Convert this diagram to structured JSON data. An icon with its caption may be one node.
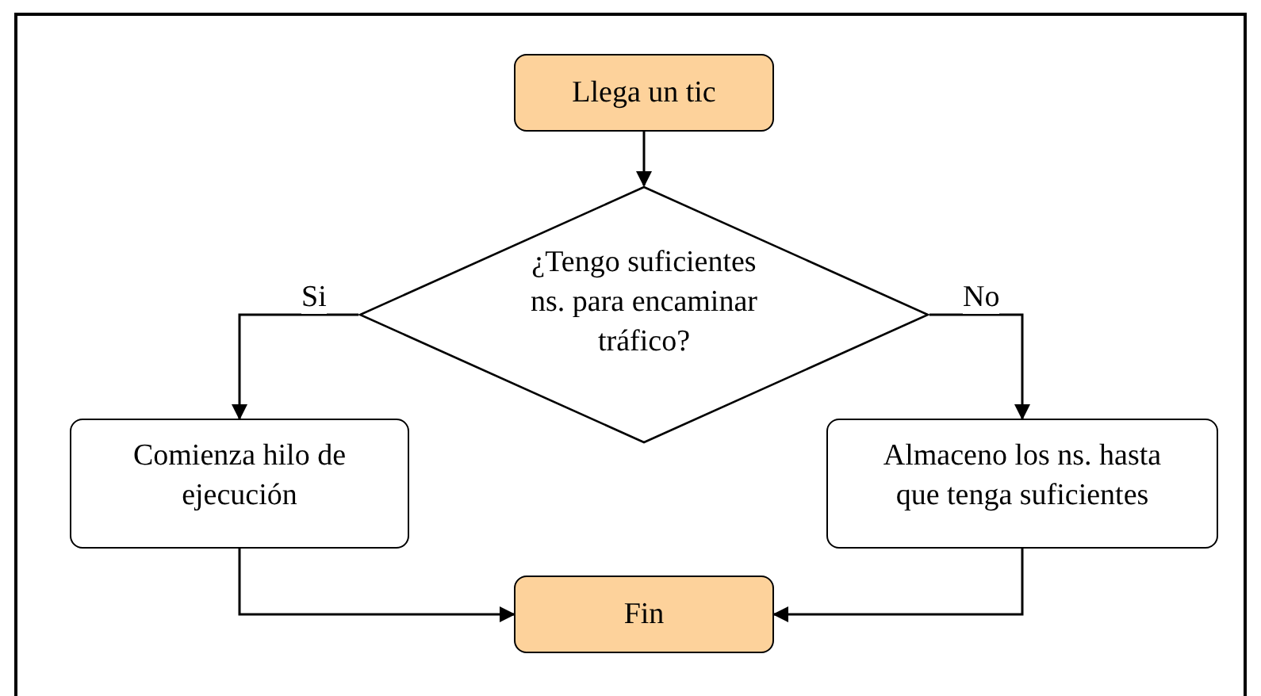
{
  "diagram": {
    "nodes": [
      {
        "text": [
          "Llega un tic"
        ]
      },
      {
        "text": [
          "¿Tengo suficientes ns. para encaminar tráfico?"
        ]
      },
      {
        "text": [
          "Comienza hilo de ejecución"
        ]
      },
      {
        "text": [
          "Almaceno los ns. hasta que tenga suficientes"
        ]
      },
      {
        "text": [
          "Fin"
        ]
      }
    ],
    "edges": [
      {
        "from": 0,
        "to": 1,
        "arrow": "to"
      },
      {
        "from": 1,
        "to": 2,
        "arrow": "to",
        "label": "Si"
      },
      {
        "from": 1,
        "to": 3,
        "arrow": "to",
        "label": "No"
      },
      {
        "from": 2,
        "to": 4,
        "arrow": "to"
      },
      {
        "from": 3,
        "to": 4,
        "arrow": "to"
      }
    ]
  }
}
